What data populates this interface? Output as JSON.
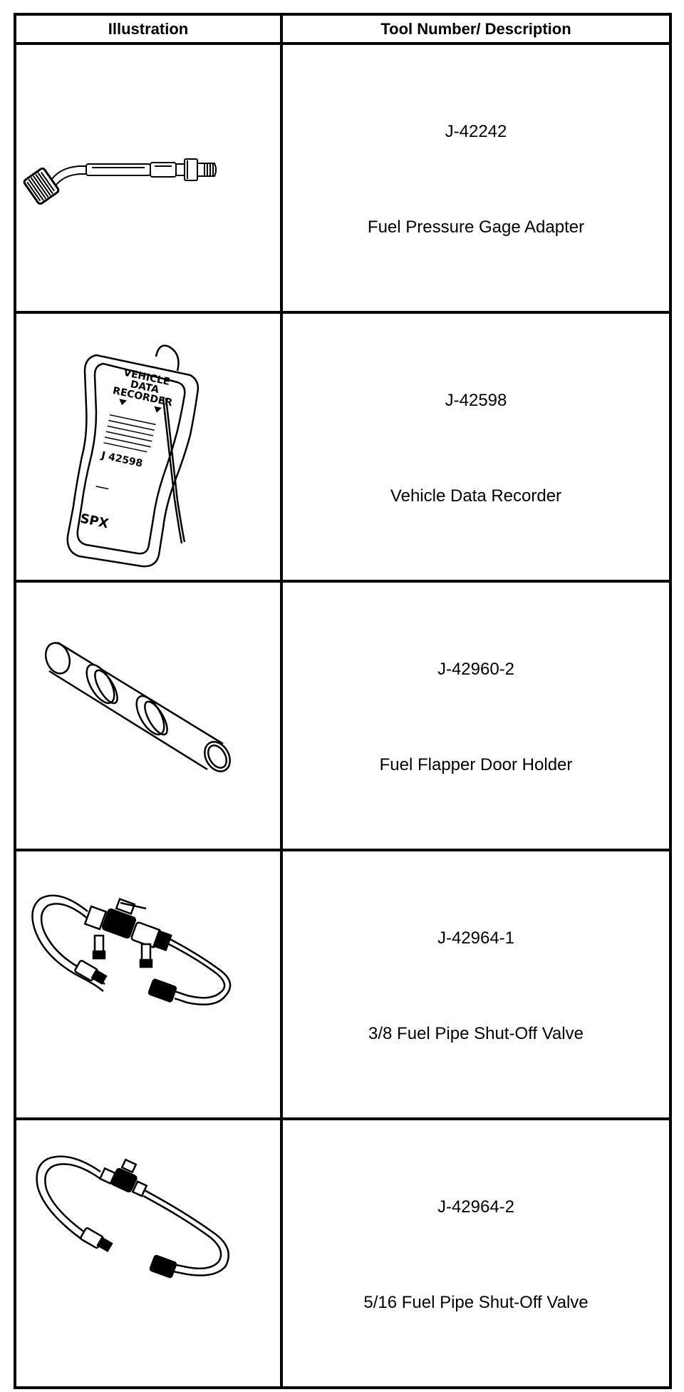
{
  "table": {
    "headers": {
      "illustration": "Illustration",
      "description": "Tool Number/ Description"
    },
    "rows": [
      {
        "number": "J-42242",
        "description": "Fuel Pressure Gage Adapter",
        "icon": "fuel-pressure-gage-adapter-icon"
      },
      {
        "number": "J-42598",
        "description": "Vehicle Data Recorder",
        "icon": "vehicle-data-recorder-icon"
      },
      {
        "number": "J-42960-2",
        "description": "Fuel Flapper Door Holder",
        "icon": "fuel-flapper-door-holder-icon"
      },
      {
        "number": "J-42964-1",
        "description": "3/8 Fuel Pipe Shut-Off Valve",
        "icon": "fuel-pipe-shutoff-valve-icon"
      },
      {
        "number": "J-42964-2",
        "description": "5/16 Fuel Pipe Shut-Off Valve",
        "icon": "fuel-pipe-shutoff-valve-icon"
      }
    ]
  },
  "recorder_labels": {
    "title_1": "VEHICLE",
    "title_2": "DATA",
    "title_3": "RECORDER",
    "model": "J 42598",
    "brand": "SPX"
  }
}
